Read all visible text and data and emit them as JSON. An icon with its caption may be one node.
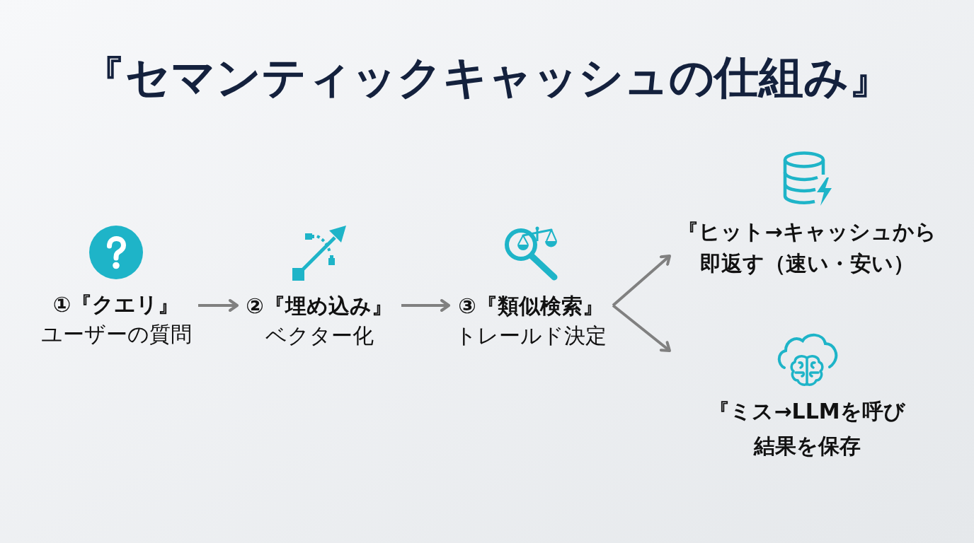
{
  "diagram": {
    "title": "『セマンティックキャッシュの仕組み』",
    "nodes": [
      {
        "text": [
          "①『クエリ』",
          "ユーザーの質問"
        ]
      },
      {
        "text": [
          "②『埋め込み』",
          "ベクター化"
        ]
      },
      {
        "text": [
          "③『類似検索』",
          "トレールド決定"
        ]
      },
      {
        "text": [
          "『ヒット→キャッシュから即返す（速い・安い）"
        ]
      },
      {
        "text": [
          "『ミス→LLMを呼び結果を保存"
        ]
      }
    ],
    "edges": [
      {
        "from": 0,
        "to": 1,
        "arrow": "to"
      },
      {
        "from": 1,
        "to": 2,
        "arrow": "to"
      },
      {
        "from": 2,
        "to": 3,
        "arrow": "to"
      },
      {
        "from": 2,
        "to": 4,
        "arrow": "to"
      }
    ]
  }
}
